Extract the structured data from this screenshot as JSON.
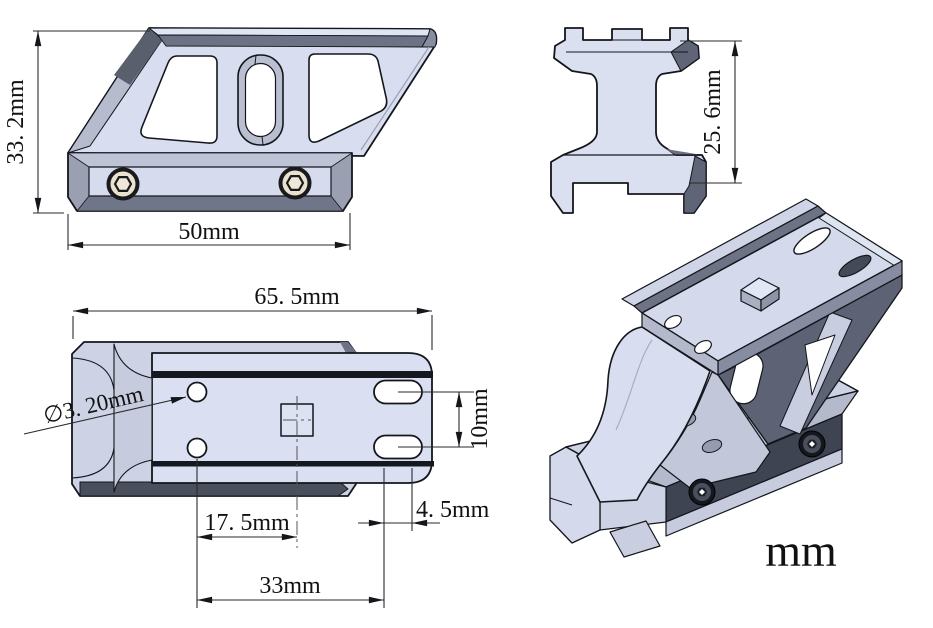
{
  "unit": "mm",
  "labels": {
    "side_height": "33. 2mm",
    "side_width": "50mm",
    "front_height": "25. 6mm",
    "top_length": "65. 5mm",
    "hole_diameter": "∅3. 20mm",
    "slot_spacing": "10mm",
    "hole_to_center": "17. 5mm",
    "slot_offset": "4. 5mm",
    "hole_to_slot": "33mm",
    "unit_label": "mm"
  },
  "dimensions_mm": {
    "overall_height": 33.2,
    "rail_length": 50,
    "clamp_height": 25.6,
    "overall_length": 65.5,
    "hole_diameter": 3.2,
    "slot_center_spacing": 10,
    "hole_to_square_center": 17.5,
    "slot_edge_offset": 4.5,
    "hole_to_slot_center": 33
  },
  "colors": {
    "background": "#ffffff",
    "body_light": "#d8deef",
    "body_lighter": "#e0e5f3",
    "body_medium": "#b6bccd",
    "body_shade": "#9aa0b2",
    "body_dark": "#5d6375",
    "band_black": "#16181f",
    "outline": "#14161c",
    "screw_brass": "#e9e2d1",
    "dim_line": "#2a2a2a"
  }
}
